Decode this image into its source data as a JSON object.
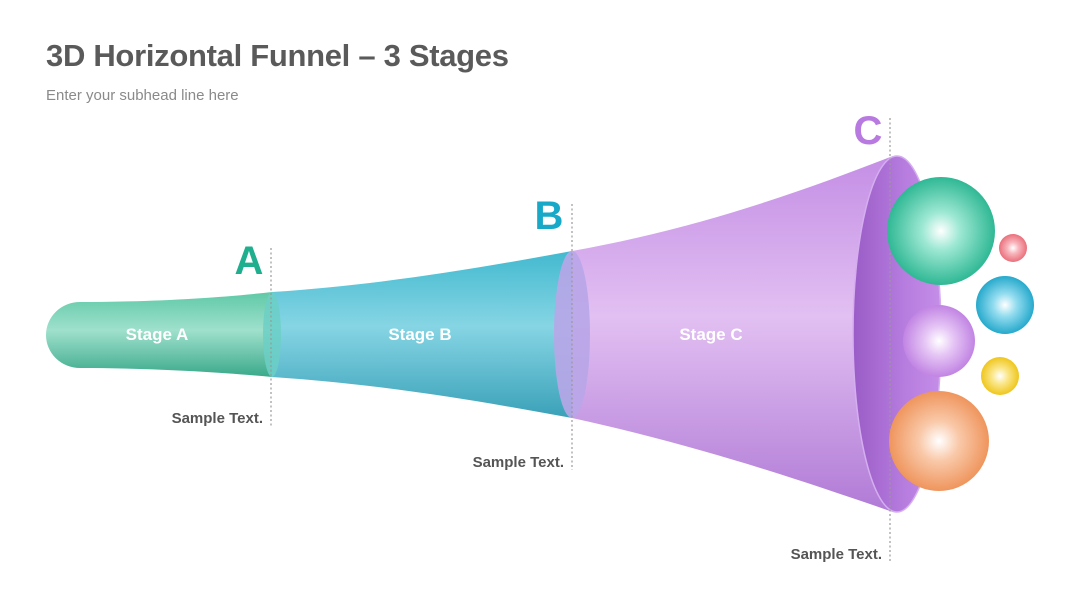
{
  "header": {
    "title": "3D Horizontal Funnel – 3 Stages",
    "subtitle": "Enter your subhead line here"
  },
  "stages": [
    {
      "label": "Stage A",
      "letter": "A",
      "note": "Sample Text.",
      "color": "#2bb39a"
    },
    {
      "label": "Stage B",
      "letter": "B",
      "note": "Sample Text.",
      "color": "#1fa9c9"
    },
    {
      "label": "Stage C",
      "letter": "C",
      "note": "Sample Text.",
      "color": "#b278e0"
    }
  ],
  "balls": [
    {
      "name": "ball-teal-large",
      "color": "#3cc6a6"
    },
    {
      "name": "ball-red-small",
      "color": "#f07a84"
    },
    {
      "name": "ball-blue",
      "color": "#3ab9d6"
    },
    {
      "name": "ball-purple",
      "color": "#c98fe6"
    },
    {
      "name": "ball-yellow",
      "color": "#f2cf2e"
    },
    {
      "name": "ball-orange-large",
      "color": "#f29a66"
    }
  ]
}
